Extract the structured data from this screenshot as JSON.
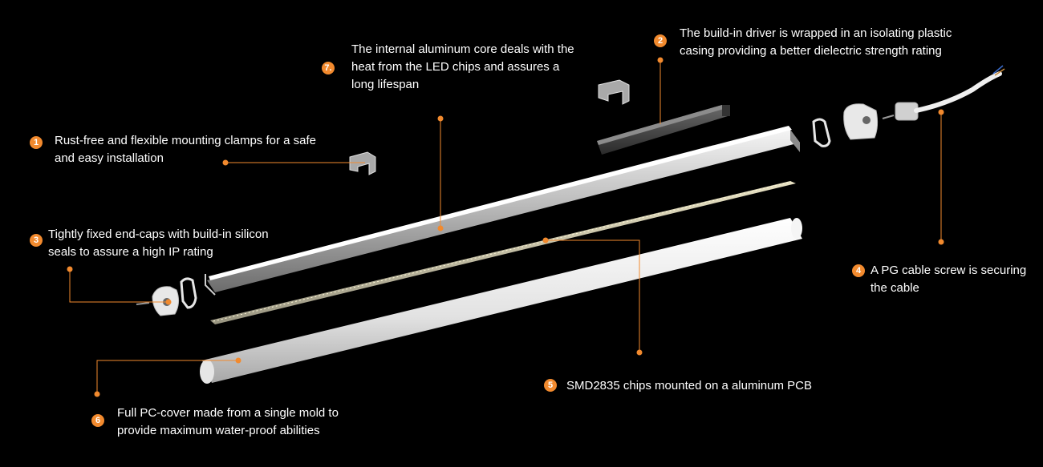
{
  "accent_color": "#f28a2e",
  "callouts": [
    {
      "number": "1",
      "lines": [
        "Rust-free and flexible mounting clamps for a safe",
        "and easy installation"
      ]
    },
    {
      "number": "2",
      "lines": [
        "The build-in driver is wrapped in an isolating plastic",
        "casing providing a better dielectric strength rating"
      ]
    },
    {
      "number": "3",
      "lines": [
        "Tightly fixed end-caps with build-in silicon",
        "seals to assure a high IP rating"
      ]
    },
    {
      "number": "4",
      "lines": [
        "A PG cable screw is securing",
        "the cable"
      ]
    },
    {
      "number": "5",
      "lines": [
        "SMD2835 chips mounted on a aluminum PCB"
      ]
    },
    {
      "number": "6",
      "lines": [
        "Full PC-cover made from a single mold to",
        "provide maximum water-proof abilities"
      ]
    },
    {
      "number": "7.",
      "lines": [
        "The internal aluminum core deals with the",
        "heat from the LED chips and assures a",
        "long lifespan"
      ]
    }
  ]
}
